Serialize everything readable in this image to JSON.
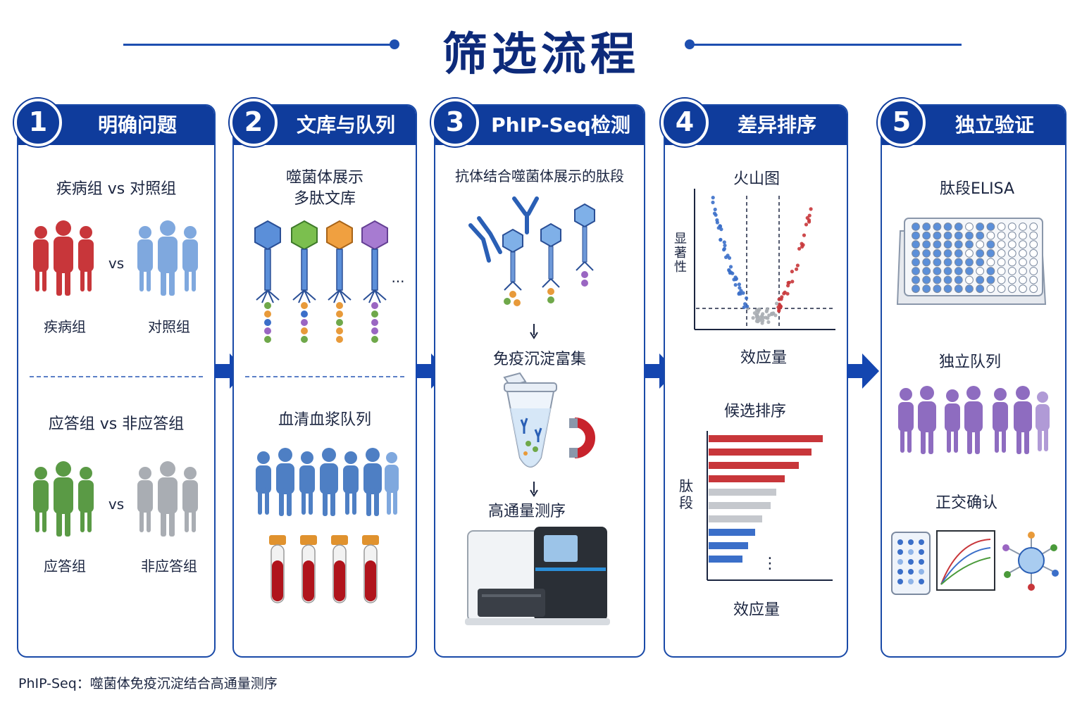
{
  "title": "筛选流程",
  "footer": "PhIP-Seq：噬菌体免疫沉淀结合高通量测序",
  "colors": {
    "primary": "#0f3c9c",
    "accent": "#1e4fb0",
    "red": "#c8363a",
    "blue": "#3b6fc9",
    "gray": "#a9adb3"
  },
  "steps": [
    {
      "num": "1",
      "title": "明确问题",
      "block1": {
        "heading": "疾病组 vs 对照组",
        "vs": "vs",
        "left": "疾病组",
        "right": "对照组"
      },
      "block2": {
        "heading": "应答组 vs 非应答组",
        "vs": "vs",
        "left": "应答组",
        "right": "非应答组"
      }
    },
    {
      "num": "2",
      "title": "文库与队列",
      "library_line1": "噬菌体展示",
      "library_line2": "多肽文库",
      "ellipsis": "...",
      "cohort": "血清血浆队列"
    },
    {
      "num": "3",
      "title": "PhIP-Seq检测",
      "binding": "抗体结合噬菌体展示的肽段",
      "enrich": "免疫沉淀富集",
      "sequencing": "高通量测序"
    },
    {
      "num": "4",
      "title": "差异排序",
      "volcano": {
        "title": "火山图",
        "ylabel": "显著性",
        "xlabel": "效应量"
      },
      "ranking": {
        "title": "候选排序",
        "ylabel": "肽段",
        "xlabel": "效应量",
        "ellipsis": "⋮"
      }
    },
    {
      "num": "5",
      "title": "独立验证",
      "elisa": "肽段ELISA",
      "cohort": "独立队列",
      "orthogonal": "正交确认"
    }
  ]
}
